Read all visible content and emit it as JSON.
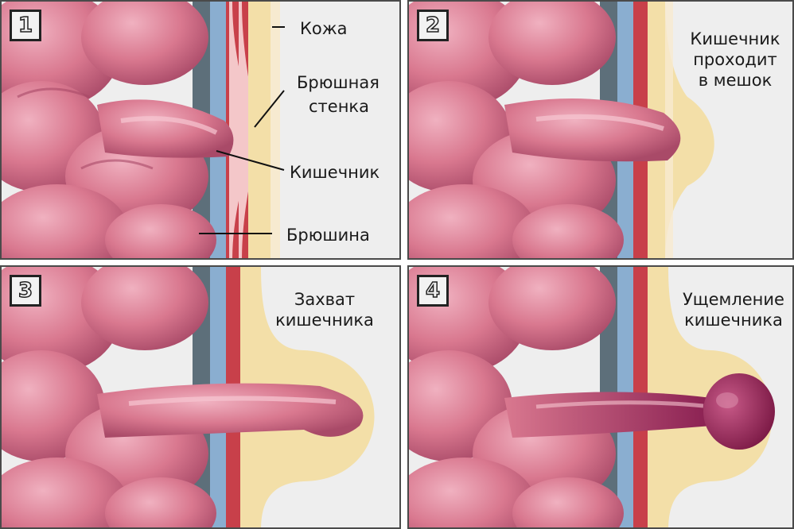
{
  "panels": [
    {
      "number": "1",
      "labels": {
        "skin": "Кожа",
        "wall_line1": "Брюшная",
        "wall_line2": "стенка",
        "intestine": "Кишечник",
        "peritoneum": "Брюшина"
      }
    },
    {
      "number": "2",
      "caption_lines": [
        "Кишечник",
        "проходит",
        "в мешок"
      ]
    },
    {
      "number": "3",
      "caption_lines": [
        "Захват",
        "кишечника"
      ]
    },
    {
      "number": "4",
      "caption_lines": [
        "Ущемление",
        "кишечника"
      ]
    }
  ],
  "colors": {
    "intestine": "#d9788f",
    "intestine_dark": "#b85572",
    "intestine_highlight": "#f2b7c3",
    "peritoneum": "#8aaed0",
    "muscle": "#c8404a",
    "fat": "#f3dfa8",
    "strangulated": "#9c2c5a",
    "background": "#eeeeee"
  }
}
